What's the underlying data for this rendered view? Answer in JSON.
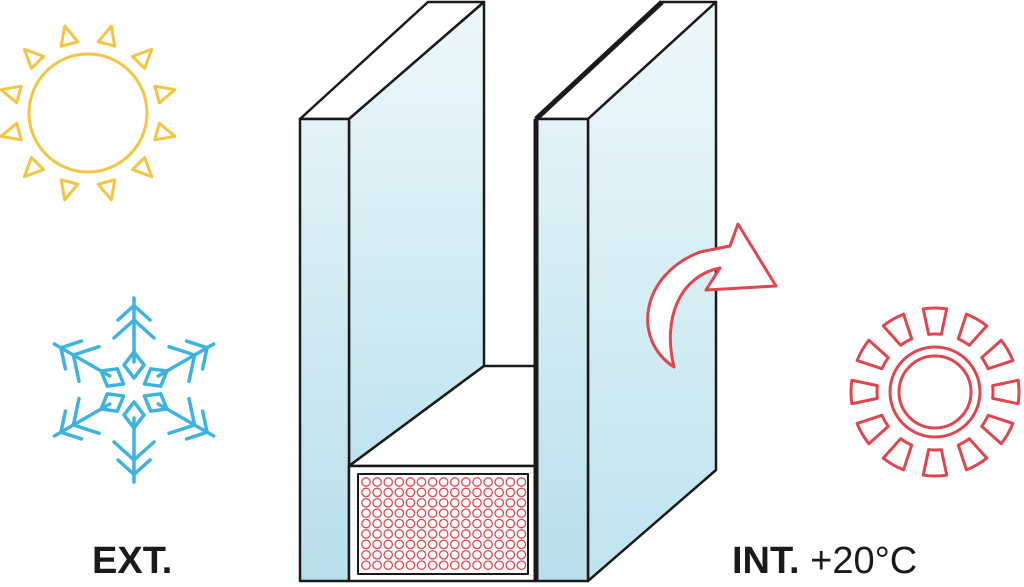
{
  "labels": {
    "exterior": "EXT.",
    "interior": "INT.",
    "interior_temperature": "+20°C"
  },
  "colors": {
    "sun": "#f5c542",
    "snowflake": "#3fb3e0",
    "warm": "#e0464f",
    "glass_top": "#e9f6f9",
    "glass_bottom": "#bfe3ee",
    "outline": "#1a1a1a"
  },
  "icons": {
    "exterior_top": "sun-icon",
    "exterior_bottom": "snowflake-icon",
    "interior": "radiator-heat-icon",
    "transfer": "curved-arrow-icon",
    "spacer_fill": "desiccant-dots"
  }
}
